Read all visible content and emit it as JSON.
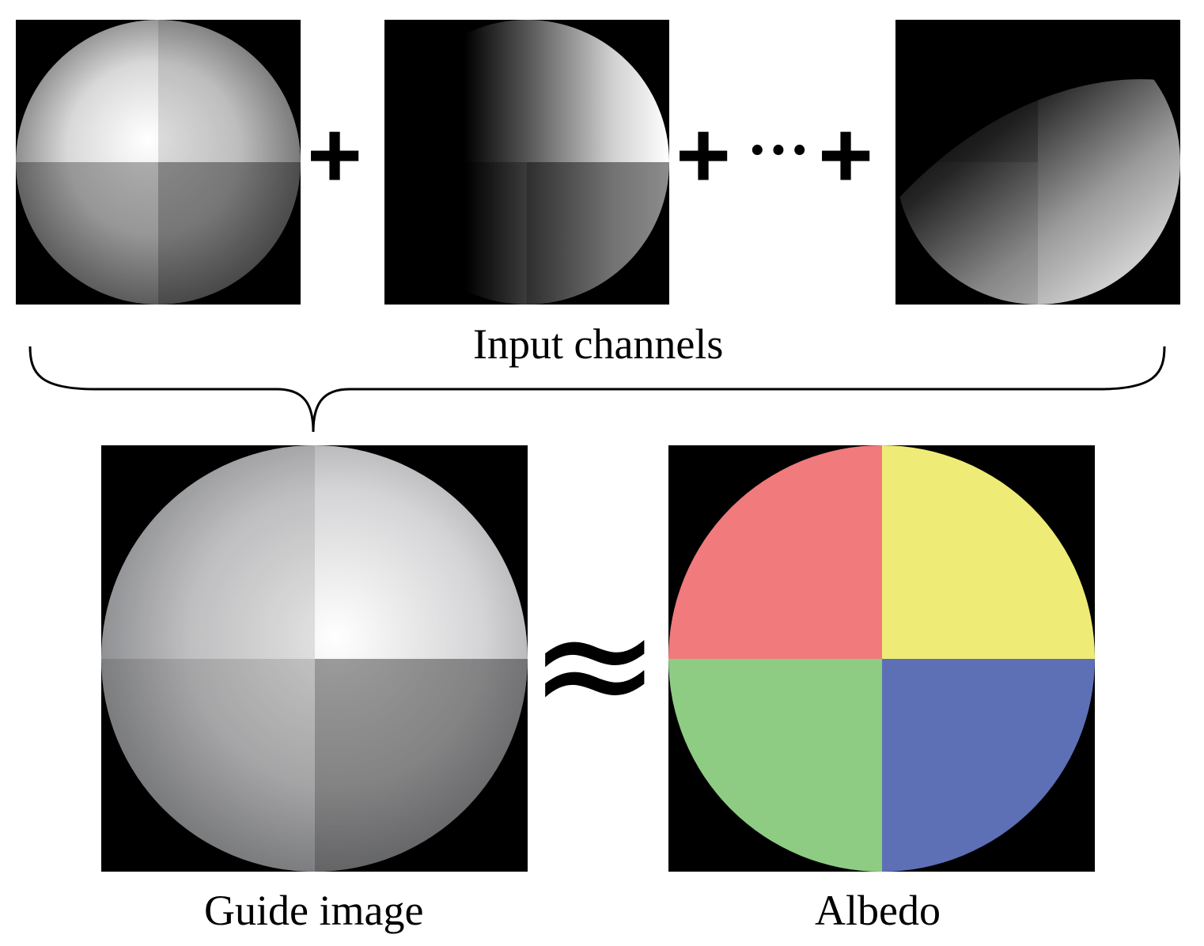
{
  "labels": {
    "input_channels": "Input channels",
    "guide_image": "Guide image",
    "albedo": "Albedo"
  },
  "operators": {
    "plus": "+",
    "ellipsis": "···",
    "approx": "≈"
  },
  "albedo_colors": {
    "top_left": "#f07a7c",
    "top_right": "#eeec76",
    "bottom_left": "#8ecc84",
    "bottom_right": "#5d70b6"
  },
  "background_color": "#000000"
}
